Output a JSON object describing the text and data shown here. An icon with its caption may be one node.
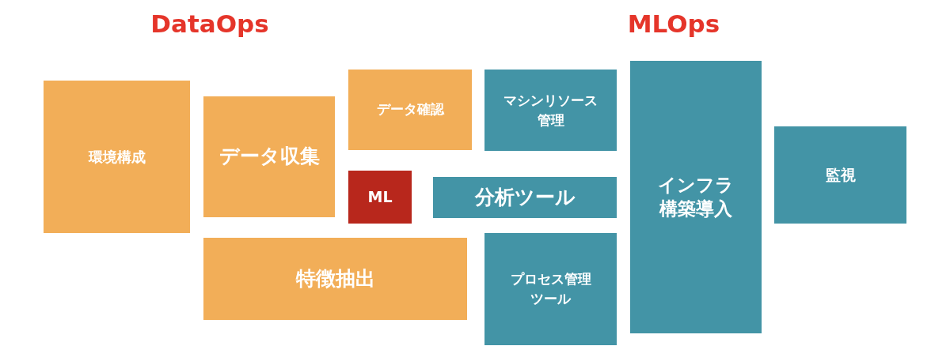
{
  "diagram": {
    "nodes": [
      {
        "text": [
          "環境構成"
        ]
      },
      {
        "text": [
          "データ収集"
        ]
      },
      {
        "text": [
          "データ確認"
        ]
      },
      {
        "text": [
          "ML"
        ]
      },
      {
        "text": [
          "特徴抽出"
        ]
      },
      {
        "text": [
          "マシンリソース管理"
        ]
      },
      {
        "text": [
          "分析ツール"
        ]
      },
      {
        "text": [
          "プロセス管理ツール"
        ]
      },
      {
        "text": [
          "インフラ構築導入"
        ]
      },
      {
        "text": [
          "監視"
        ]
      }
    ],
    "edges": [],
    "labels": [
      "DataOps",
      "MLOps"
    ]
  }
}
